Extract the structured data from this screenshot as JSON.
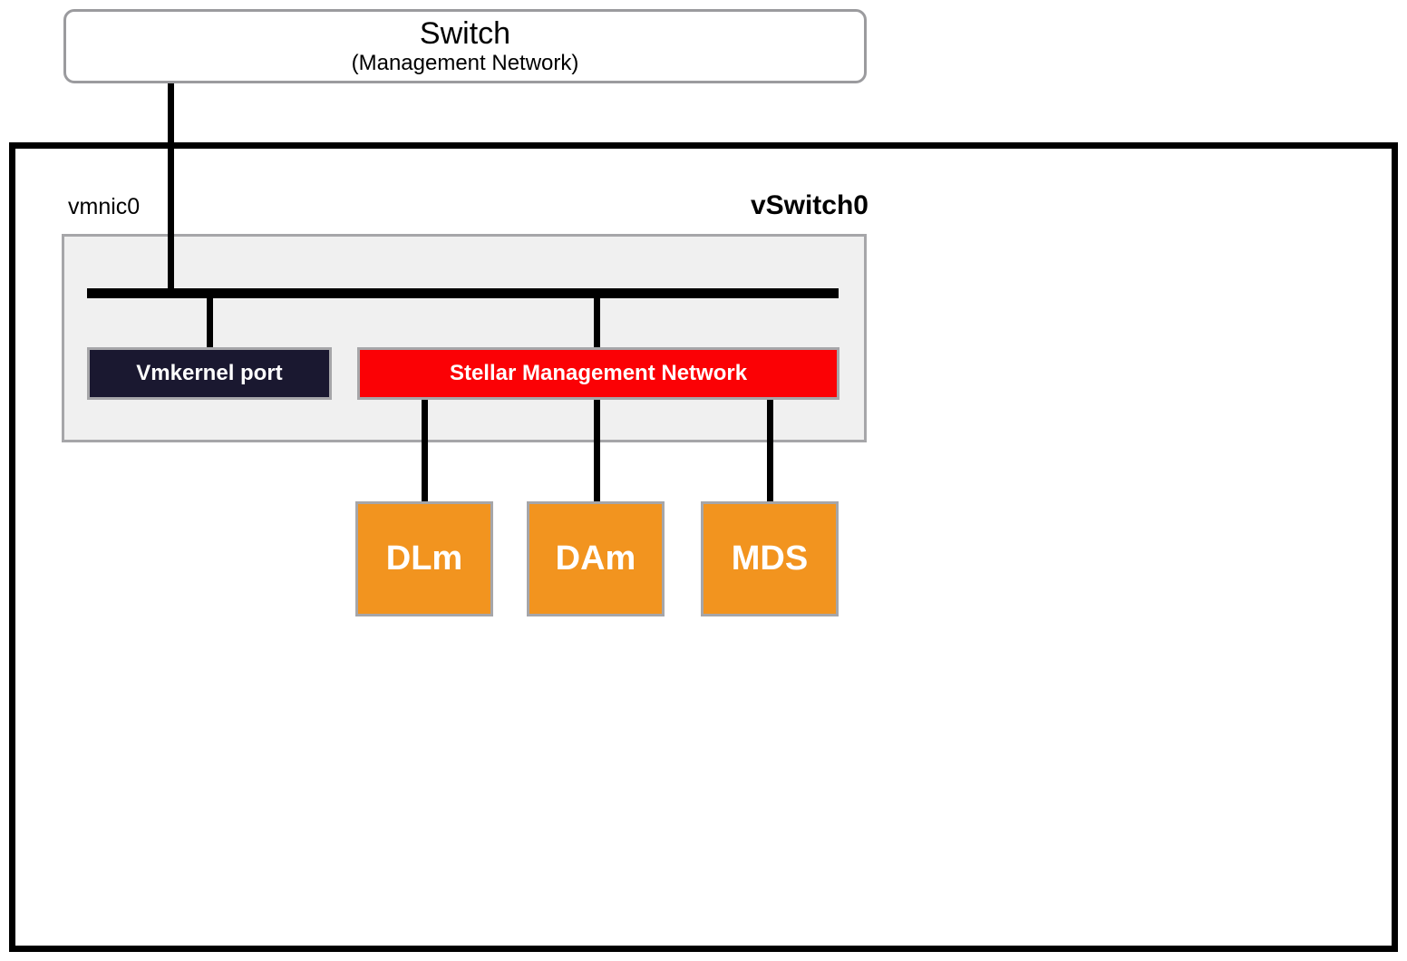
{
  "diagram": {
    "physical_switch": {
      "title": "Switch",
      "subtitle": "(Management Network)"
    },
    "host": {
      "uplink_label": "vmnic0",
      "vswitch_label": "vSwitch0"
    },
    "port_groups": [
      {
        "label": "Vmkernel port",
        "color": "#1a1830",
        "text_color": "#ffffff"
      },
      {
        "label": "Stellar Management Network",
        "color": "#fb0105",
        "text_color": "#ffffff"
      }
    ],
    "virtual_machines": [
      {
        "label": "DLm",
        "color": "#f2941f",
        "text_color": "#ffffff"
      },
      {
        "label": "DAm",
        "color": "#f2941f",
        "text_color": "#ffffff"
      },
      {
        "label": "MDS",
        "color": "#f2941f",
        "text_color": "#ffffff"
      }
    ],
    "colors": {
      "wire": "#000000",
      "host_border": "#000000",
      "panel_fill": "#f0f0f0",
      "panel_border": "#a6a6a9",
      "switch_border": "#9b9b9e"
    }
  }
}
